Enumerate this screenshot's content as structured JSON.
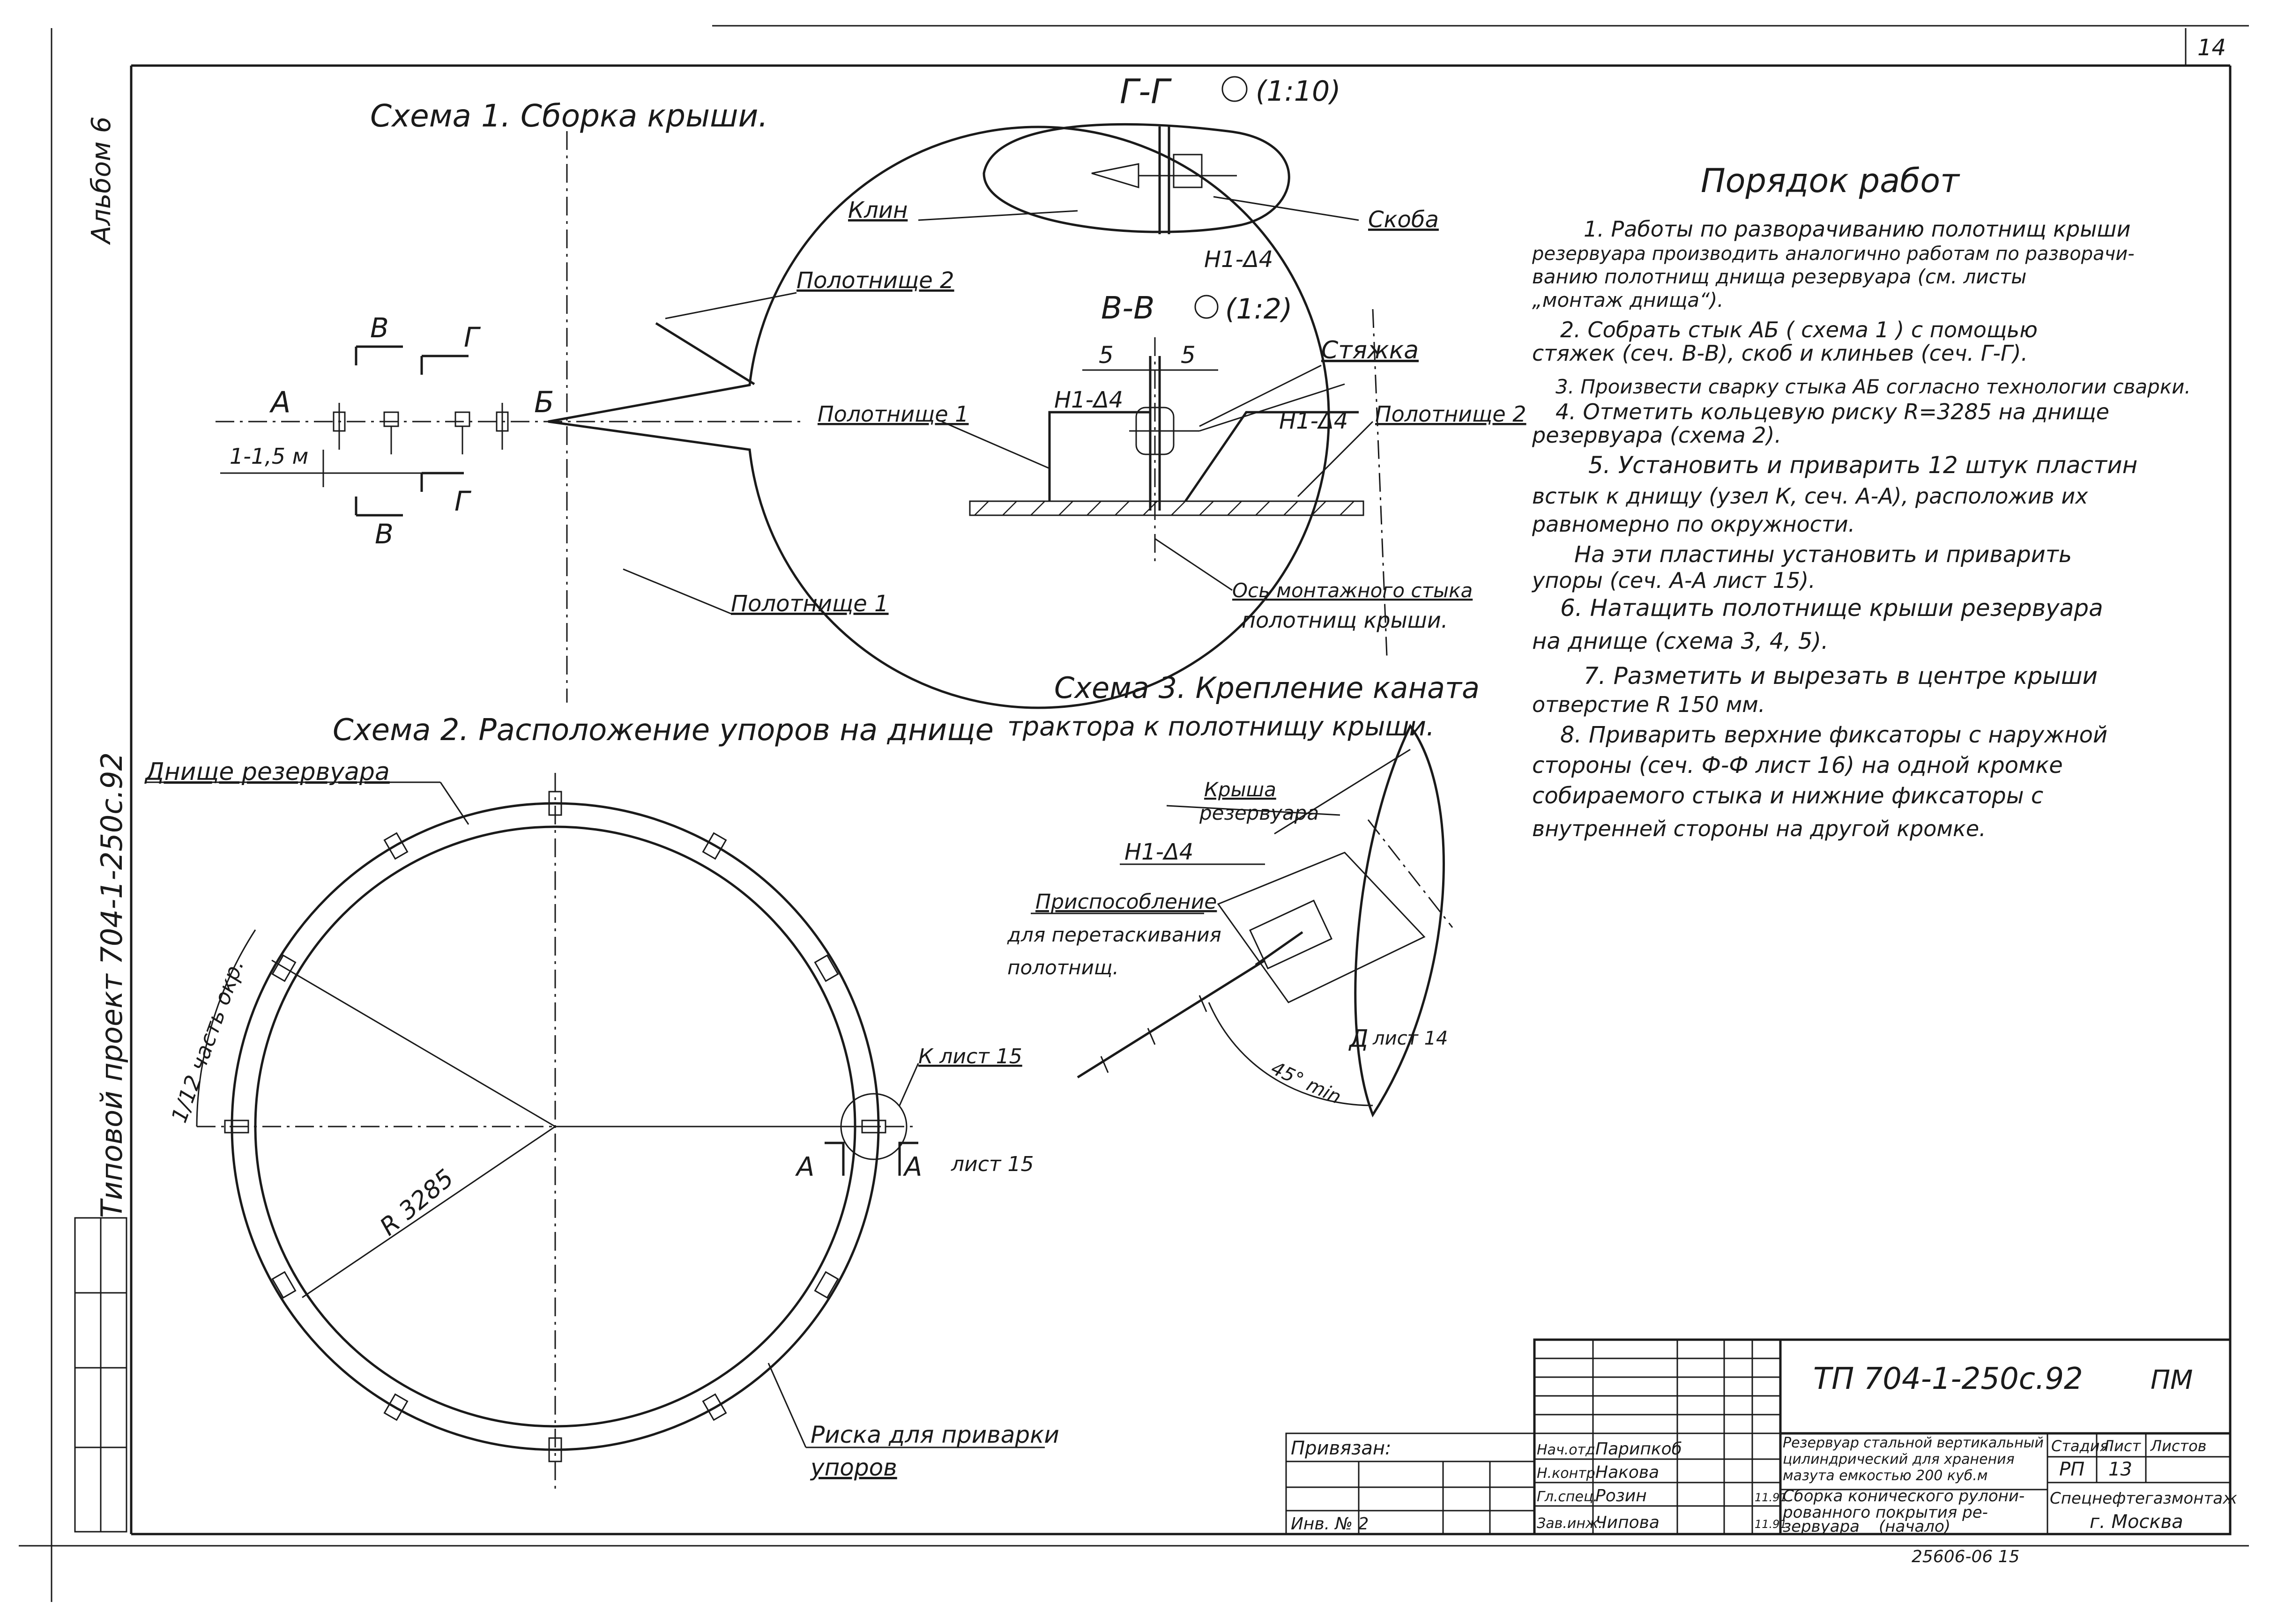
{
  "sheet": {
    "sheet_number": "14",
    "album": "Альбом 6",
    "project": "Типовой проект 704-1-250с.92"
  },
  "scheme1": {
    "title": "Схема 1. Сборка крыши.",
    "label_sheet2": "Полотнище 2",
    "label_sheet1": "Полотнище 1",
    "point_a": "А",
    "point_b": "Б",
    "sec_v": "В",
    "sec_g": "Г",
    "dim_spacing": "1-1,5 м"
  },
  "section_gg": {
    "title": "Г-Г",
    "scale": "(1:10)",
    "wedge_label": "Клин",
    "bracket_label": "Скоба",
    "dim_label": "Н1-Δ4"
  },
  "section_vv": {
    "title": "В-В",
    "scale": "(1:2)",
    "dim_s": "5",
    "tie_label": "Стяжка",
    "dim_h": "Н1-Δ4",
    "sheet1_label": "Полотнище 1",
    "sheet2_label": "Полотнище 2",
    "axis_label_1": "Ось монтажного стыка",
    "axis_label_2": "полотнищ крыши."
  },
  "scheme2": {
    "title": "Схема 2. Расположение упоров на днище",
    "bottom_label": "Днище резервуара",
    "arc_label": "1/12 часть окр.",
    "radius_label": "R 3285",
    "node_label": "К лист 15",
    "sec_a_left": "А",
    "sec_a_right": "А",
    "sec_a_sheet": "лист 15",
    "mark_label_1": "Риска для приварки",
    "mark_label_2": "упоров"
  },
  "scheme3": {
    "title_1": "Схема 3. Крепление каната",
    "title_2": "трактора к полотнищу крыши.",
    "roof_label_1": "Крыша",
    "roof_label_2": "резервуара",
    "dim_label": "Н1-Δ4",
    "device_label_1": "Приспособление",
    "device_label_2": "для перетаскивания",
    "device_label_3": "полотнищ.",
    "sec_d": "Д",
    "sheet_ref": "лист 14",
    "angle_label": "45° min"
  },
  "procedure": {
    "title": "Порядок работ",
    "lines": [
      "1. Работы по разворачиванию полотнищ крыши",
      "резервуара производить аналогично работам по разворачи-",
      "ванию полотнищ днища резервуара (см. листы",
      "„монтаж днища“).",
      "2. Собрать стык АБ ( схема 1 ) с помощью",
      "стяжек (сеч. В-В), скоб и клиньев (сеч. Г-Г).",
      "3. Произвести сварку стыка АБ согласно технологии сварки.",
      "4. Отметить кольцевую риску R=3285 на днище",
      "резервуара (схема 2).",
      "5. Установить и приварить 12 штук пластин",
      "встык к днищу (узел К, сеч. А-А), расположив их",
      "равномерно по окружности.",
      "На эти пластины установить и приварить",
      "упоры (сеч. А-А лист 15).",
      "6. Натащить полотнище крыши резервуара",
      "на днище (схема 3, 4, 5).",
      "7. Разметить и вырезать в центре крыши",
      "отверстие R 150 мм.",
      "8. Приварить верхние фиксаторы с наружной",
      "стороны (сеч. Ф-Ф лист 16) на одной кромке",
      "собираемого стыка и нижние фиксаторы с",
      "внутренней стороны на другой кромке."
    ]
  },
  "title_block": {
    "designation": "ТП 704-1-250с.92",
    "code": "ПМ",
    "bound": "Привязан:",
    "inv": "Инв. № 2",
    "roles": [
      "Нач.отд.",
      "Н.контр.",
      "Гл.спец.",
      "Зав.инж."
    ],
    "names": [
      "Парипкоб",
      "Накова",
      "Розин",
      "Чипова"
    ],
    "dates": [
      "",
      "",
      "11.91",
      "11.91"
    ],
    "description": [
      "Резервуар стальной вертикальный",
      "цилиндрический для хранения",
      "мазута емкостью 200 куб.м"
    ],
    "stage_hdr": "Стадия",
    "sheet_hdr": "Лист",
    "sheets_hdr": "Листов",
    "stage": "РП",
    "sheet": "13",
    "drawing_name": [
      "Сборка конического рулони-",
      "рованного покрытия ре-",
      "зервуара",
      "(начало)"
    ],
    "org_1": "Спецнефтегазмонтаж",
    "org_2": "г. Москва",
    "footer": "25606-06  15"
  }
}
